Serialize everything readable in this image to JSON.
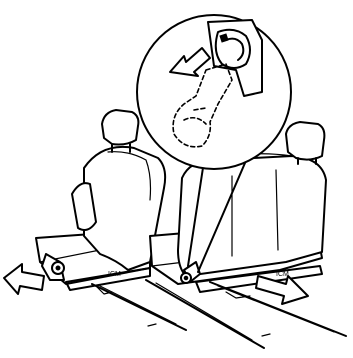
{
  "figure": {
    "background": "#ffffff",
    "line_color": "#000000",
    "labels": [
      "ICM",
      "ICM"
    ],
    "arrows": [
      {
        "name": "left-seat-forward-arrow",
        "direction": "left"
      },
      {
        "name": "right-seat-slide-arrow",
        "direction": "right"
      },
      {
        "name": "lever-pull-arrow",
        "direction": "down-left"
      }
    ]
  }
}
